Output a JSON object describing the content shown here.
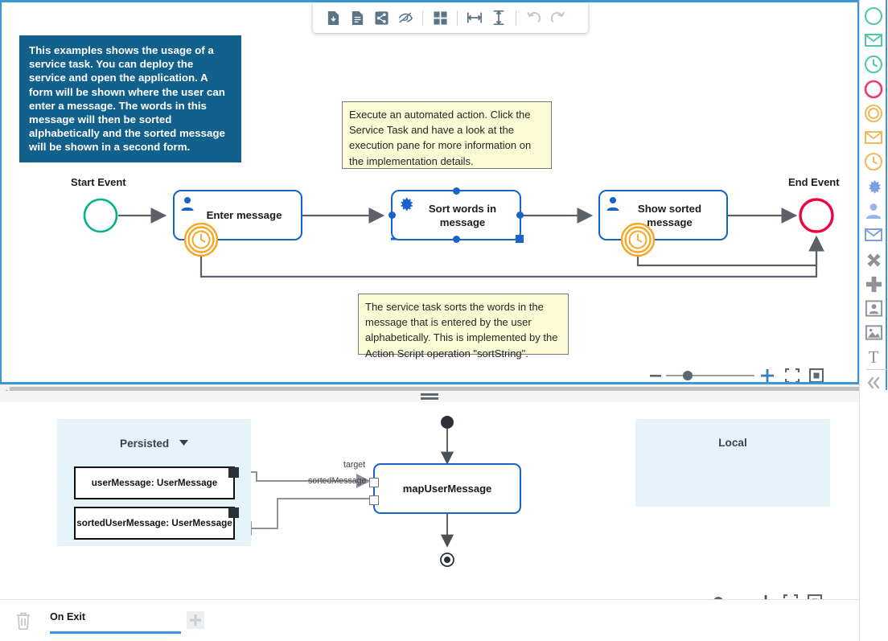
{
  "toolbar": {
    "items": [
      {
        "name": "save-download-icon",
        "title": "Save"
      },
      {
        "name": "document-icon",
        "title": "Document"
      },
      {
        "name": "share-icon",
        "title": "Share"
      },
      {
        "name": "hide-eye-icon",
        "title": "Hide"
      },
      {
        "name": "grid-layout-icon",
        "title": "Layout"
      },
      {
        "name": "align-horizontal-icon",
        "title": "Align horizontal"
      },
      {
        "name": "align-vertical-icon",
        "title": "Align vertical"
      },
      {
        "name": "undo-icon",
        "title": "Undo"
      },
      {
        "name": "redo-icon",
        "title": "Redo"
      }
    ]
  },
  "info_box": {
    "text": "This examples shows the usage of a service task. You can deploy the service and open the application. A form will be shown where the user can enter a message. The words in this message will then be sorted alphabetically and the sorted message will be shown in a second form."
  },
  "diagram": {
    "start_event_label": "Start Event",
    "end_event_label": "End Event",
    "tasks": [
      {
        "label": "Enter message",
        "type": "user-task"
      },
      {
        "label": "Sort words in message",
        "type": "service-task",
        "selected": true
      },
      {
        "label": "Show sorted message",
        "type": "user-task"
      }
    ],
    "annotations": [
      {
        "text": "Execute an automated action. Click the Service Task and have a look at the execution pane for more information on the implementation details."
      },
      {
        "text": "The service task sorts the words in the message that is entered by the user alphabetically. This is implemented by the Action Script operation \"sortString\"."
      }
    ]
  },
  "top_zoom": {
    "minus_label": "−",
    "plus_label": "+",
    "minus_icon": "zoom-out-icon",
    "plus_icon": "zoom-in-icon",
    "fit_icon": "fit-screen-icon",
    "center_icon": "fit-selection-icon",
    "slider_percent": 21
  },
  "bottom_zoom": {
    "minus_icon": "zoom-out-icon",
    "plus_icon": "zoom-in-icon",
    "fit_icon": "fit-screen-icon",
    "center_icon": "fit-selection-icon",
    "slider_percent": 62
  },
  "mapping": {
    "persisted": {
      "title": "Persisted",
      "dropdown_icon": "chevron-down-icon",
      "objects": [
        {
          "label": "userMessage: UserMessage"
        },
        {
          "label": "sortedUserMessage: UserMessage"
        }
      ]
    },
    "local": {
      "title": "Local"
    },
    "node": {
      "label": "mapUserMessage",
      "ports": [
        {
          "label": "target"
        },
        {
          "label": "sortedMessage"
        }
      ]
    }
  },
  "tabs": {
    "trash_icon": "trash-icon",
    "add_icon": "plus-icon",
    "items": [
      {
        "label": "On Exit",
        "active": true
      }
    ]
  },
  "palette": {
    "items": [
      {
        "name": "start-event-circle-icon",
        "color": "#4ccaa8"
      },
      {
        "name": "message-start-event-icon",
        "color": "#4ccaa8"
      },
      {
        "name": "timer-start-event-icon",
        "color": "#4ccaa8"
      },
      {
        "name": "end-event-circle-icon",
        "color": "#f0386b"
      },
      {
        "name": "boundary-event-icon",
        "color": "#f0b95a"
      },
      {
        "name": "message-boundary-event-icon",
        "color": "#f0b95a"
      },
      {
        "name": "timer-boundary-event-icon",
        "color": "#f0b95a"
      },
      {
        "name": "service-task-gear-icon",
        "color": "#7b9fe0"
      },
      {
        "name": "user-task-person-icon",
        "color": "#9ab5e8"
      },
      {
        "name": "message-task-icon",
        "color": "#7b9fe0"
      },
      {
        "name": "terminate-cross-icon",
        "color": "#8b9299"
      },
      {
        "name": "add-plus-icon",
        "color": "#8b9299"
      },
      {
        "name": "user-form-icon",
        "color": "#8b9299"
      },
      {
        "name": "image-icon",
        "color": "#8b9299"
      },
      {
        "name": "text-annotation-icon",
        "color": "#8b9299"
      },
      {
        "name": "collapse-palette-icon",
        "color": "#a9b0b6"
      }
    ]
  },
  "colors": {
    "accent": "#3c97d3",
    "task_border": "#1763c8",
    "start_event": "#00b48a",
    "end_event": "#f0023e",
    "timer": "#f5a623",
    "note_bg": "#fbfbd6",
    "info_bg": "#12608c",
    "region_bg": "#e6f2fa"
  }
}
